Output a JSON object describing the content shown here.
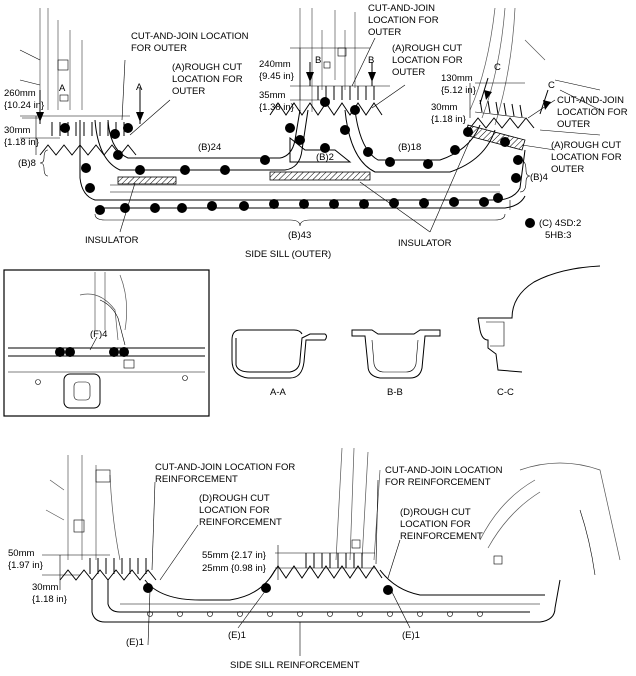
{
  "top": {
    "cut_join_outer_1": [
      "CUT-AND-JOIN LOCATION",
      "FOR OUTER"
    ],
    "rough_cut_outer_1": [
      "(A)ROUGH CUT",
      "LOCATION FOR",
      "OUTER"
    ],
    "cut_join_outer_2": [
      "CUT-AND-JOIN",
      "LOCATION FOR",
      "OUTER"
    ],
    "rough_cut_outer_2": [
      "(A)ROUGH CUT",
      "LOCATION FOR",
      "OUTER"
    ],
    "cut_join_outer_3": [
      "CUT-AND-JOIN",
      "LOCATION FOR",
      "OUTER"
    ],
    "rough_cut_outer_3": [
      "(A)ROUGH CUT",
      "LOCATION FOR",
      "OUTER"
    ],
    "dim_260": [
      "260mm",
      "{10.24 in}"
    ],
    "dim_30a": [
      "30mm",
      "{1.18 in}"
    ],
    "dim_240": [
      "240mm",
      "{9.45 in}"
    ],
    "dim_35": [
      "35mm",
      "{1.38 in}"
    ],
    "dim_130": [
      "130mm",
      "{5.12 in}"
    ],
    "dim_30b": [
      "30mm",
      "{1.18 in}"
    ],
    "sec_a1": "A",
    "sec_a2": "A",
    "sec_b1": "B",
    "sec_b2": "B",
    "sec_c1": "C",
    "sec_c2": "C",
    "b8": "(B)8",
    "b24": "(B)24",
    "b2": "(B)2",
    "b18": "(B)18",
    "b4": "(B)4",
    "b43": "(B)43",
    "c_count": [
      "(C) 4SD:2",
      "5HB:3"
    ],
    "insulator_left": "INSULATOR",
    "insulator_right": "INSULATOR",
    "side_sill_outer": "SIDE SILL (OUTER)"
  },
  "middle": {
    "f4": "(F)4",
    "sec_aa": "A-A",
    "sec_bb": "B-B",
    "sec_cc": "C-C"
  },
  "bottom": {
    "cut_join_reinf_1": [
      "CUT-AND-JOIN LOCATION FOR",
      "REINFORCEMENT"
    ],
    "rough_cut_reinf_1": [
      "(D)ROUGH CUT",
      "LOCATION FOR",
      "REINFORCEMENT"
    ],
    "cut_join_reinf_2": [
      "CUT-AND-JOIN LOCATION",
      "FOR  REINFORCEMENT"
    ],
    "rough_cut_reinf_2": [
      "(D)ROUGH CUT",
      "LOCATION FOR",
      "REINFORCEMENT"
    ],
    "dim_50": [
      "50mm",
      "{1.97 in}"
    ],
    "dim_30": [
      "30mm",
      "{1.18 in}"
    ],
    "dim_55": "55mm {2.17 in}",
    "dim_25": "25mm {0.98 in}",
    "e1a": "(E)1",
    "e1b": "(E)1",
    "e1c": "(E)1",
    "side_sill_reinf": "SIDE SILL REINFORCEMENT"
  }
}
